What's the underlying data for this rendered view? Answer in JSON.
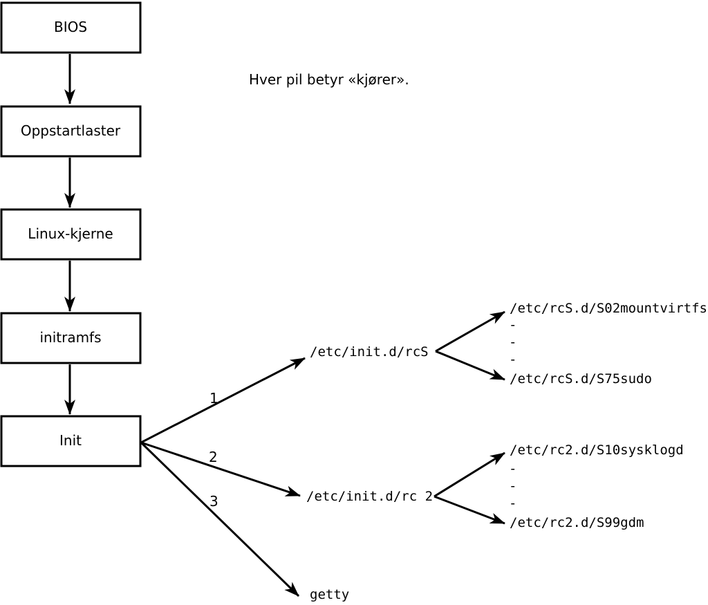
{
  "diagram": {
    "note": "Hver pil betyr «kjører».",
    "chain": [
      {
        "label": "BIOS"
      },
      {
        "label": "Oppstartlaster"
      },
      {
        "label": "Linux-kjerne"
      },
      {
        "label": "initramfs"
      },
      {
        "label": "Init"
      }
    ],
    "branches": [
      {
        "number": "1",
        "target": "/etc/init.d/rcS",
        "children": [
          "/etc/rcS.d/S02mountvirtfs",
          "-",
          "-",
          "-",
          "/etc/rcS.d/S75sudo"
        ]
      },
      {
        "number": "2",
        "target": "/etc/init.d/rc 2",
        "children": [
          "/etc/rc2.d/S10sysklogd",
          "-",
          "-",
          "-",
          "/etc/rc2.d/S99gdm"
        ]
      },
      {
        "number": "3",
        "target": "getty",
        "children": []
      }
    ],
    "colors": {
      "stroke": "#000000",
      "box_fill": "#ffffff",
      "background": "#ffffff",
      "text": "#000000"
    }
  }
}
